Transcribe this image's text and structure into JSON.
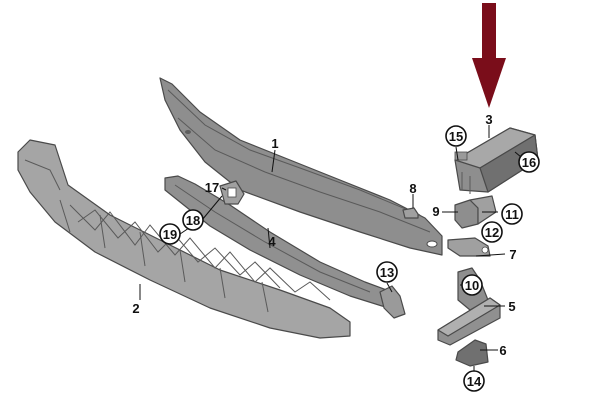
{
  "colors": {
    "part_fill": "#8e8e8e",
    "part_fill_light": "#a5a5a5",
    "part_fill_dark": "#707070",
    "outline": "#4a4a4a",
    "arrow": "#7a0d1a",
    "text": "#111111"
  },
  "indicator": {
    "icon": "down-arrow-icon"
  },
  "callouts": {
    "c1": "1",
    "c2": "2",
    "c3": "3",
    "c4": "4",
    "c5": "5",
    "c6": "6",
    "c7": "7",
    "c8": "8",
    "c9": "9",
    "c10": "10",
    "c11": "11",
    "c12": "12",
    "c13": "13",
    "c14": "14",
    "c15": "15",
    "c16": "16",
    "c17": "17",
    "c18": "18",
    "c19": "19"
  }
}
